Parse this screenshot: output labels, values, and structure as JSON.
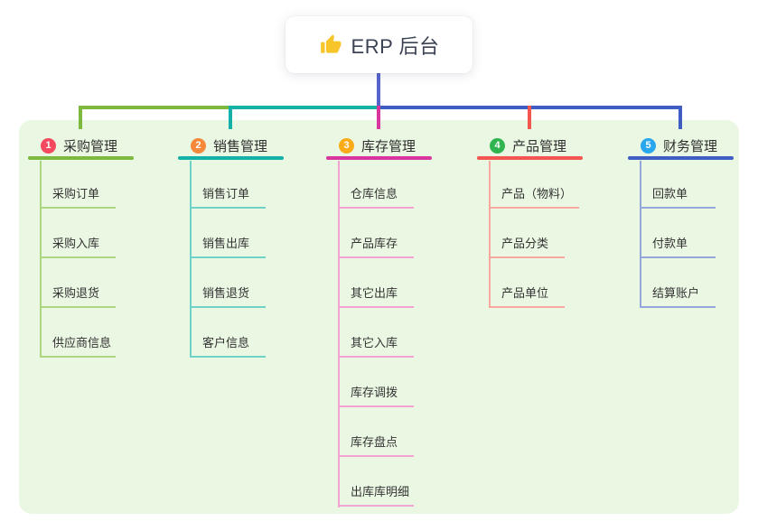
{
  "root": {
    "icon": "thumbs-up-icon",
    "label": "ERP 后台"
  },
  "colors": {
    "panel_bg": "#eaf7e3",
    "root_line": "#5664cd",
    "card_bg": "#ffffff",
    "thumb_yellow": "#f7c52a",
    "text_dark": "#2f2f2f"
  },
  "branches": [
    {
      "badge": "1",
      "label": "采购管理",
      "badge_color": "#f4495e",
      "line_color": "#7cb93e",
      "child_line_color": "#acd680",
      "children": [
        "采购订单",
        "采购入库",
        "采购退货",
        "供应商信息"
      ]
    },
    {
      "badge": "2",
      "label": "销售管理",
      "badge_color": "#f5883b",
      "line_color": "#13b1a7",
      "child_line_color": "#6fd1c7",
      "children": [
        "销售订单",
        "销售出库",
        "销售退货",
        "客户信息"
      ]
    },
    {
      "badge": "3",
      "label": "库存管理",
      "badge_color": "#fbab17",
      "line_color": "#d8359e",
      "child_line_color": "#f2a3cf",
      "children": [
        "仓库信息",
        "产品库存",
        "其它出库",
        "其它入库",
        "库存调拨",
        "库存盘点",
        "出库库明细"
      ]
    },
    {
      "badge": "4",
      "label": "产品管理",
      "badge_color": "#2fb44f",
      "line_color": "#f2564f",
      "child_line_color": "#f9a89f",
      "children": [
        "产品（物料）",
        "产品分类",
        "产品单位"
      ]
    },
    {
      "badge": "5",
      "label": "财务管理",
      "badge_color": "#29a7ee",
      "line_color": "#3e5dc5",
      "child_line_color": "#93a7dd",
      "children": [
        "回款单",
        "付款单",
        "结算账户"
      ]
    }
  ]
}
